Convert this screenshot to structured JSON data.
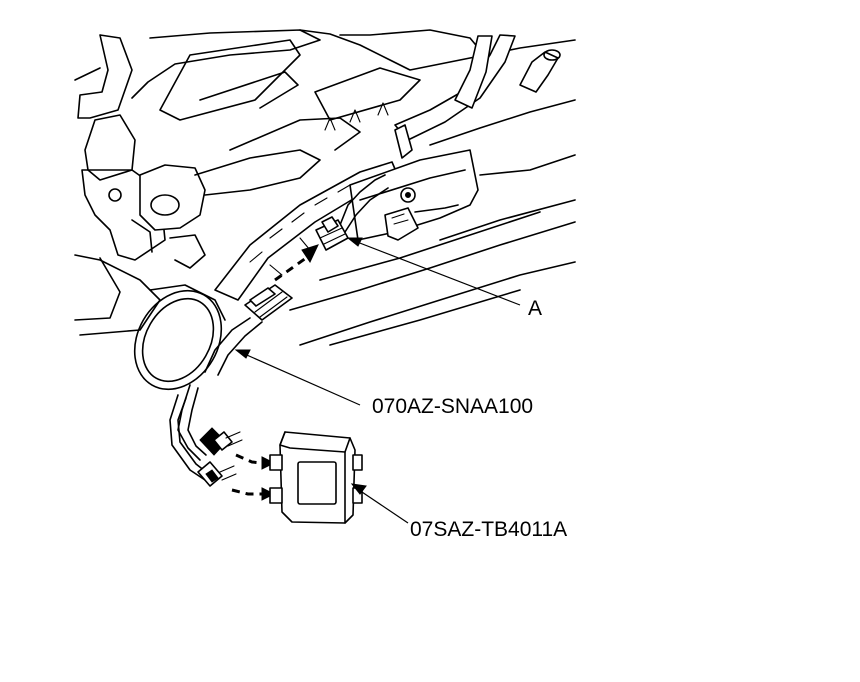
{
  "callouts": {
    "connector": "A",
    "harness": "070AZ-SNAA100",
    "tester_box": "07SAZ-TB4011A"
  }
}
